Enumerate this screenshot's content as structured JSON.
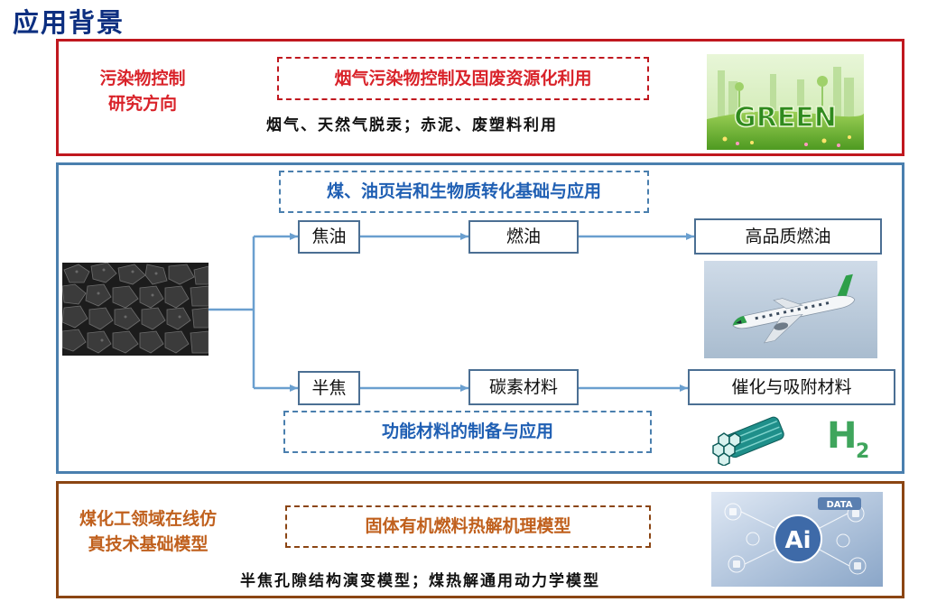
{
  "page_title": "应用背景",
  "colors": {
    "title": "#0d2f80",
    "pollution": "#c0181f",
    "conversion": "#4a7fae",
    "conversion_text": "#1f5fb3",
    "simulation": "#8b4513",
    "simulation_text": "#c0601d",
    "arrow": "#6a9fcf"
  },
  "sections": {
    "pollution": {
      "category_line1": "污染物控制",
      "category_line2": "研究方向",
      "heading": "烟气污染物控制及固废资源化利用",
      "detail": "烟气、天然气脱汞；赤泥、废塑料利用",
      "image_text": "GREEN"
    },
    "conversion": {
      "heading_top": "煤、油页岩和生物质转化基础与应用",
      "heading_bottom": "功能材料的制备与应用",
      "nodes": {
        "tar": "焦油",
        "fuel_oil": "燃油",
        "premium_fuel": "高品质燃油",
        "semi_coke": "半焦",
        "carbon_material": "碳素材料",
        "catalyst_material": "催化与吸附材料"
      },
      "h2_symbol": "H",
      "h2_subscript": "2"
    },
    "simulation": {
      "category_line1": "煤化工领域在线仿",
      "category_line2": "真技术基础模型",
      "heading": "固体有机燃料热解机理模型",
      "detail": "半焦孔隙结构演变模型；煤热解通用动力学模型",
      "ai_label": "Ai",
      "data_label": "DATA"
    }
  }
}
